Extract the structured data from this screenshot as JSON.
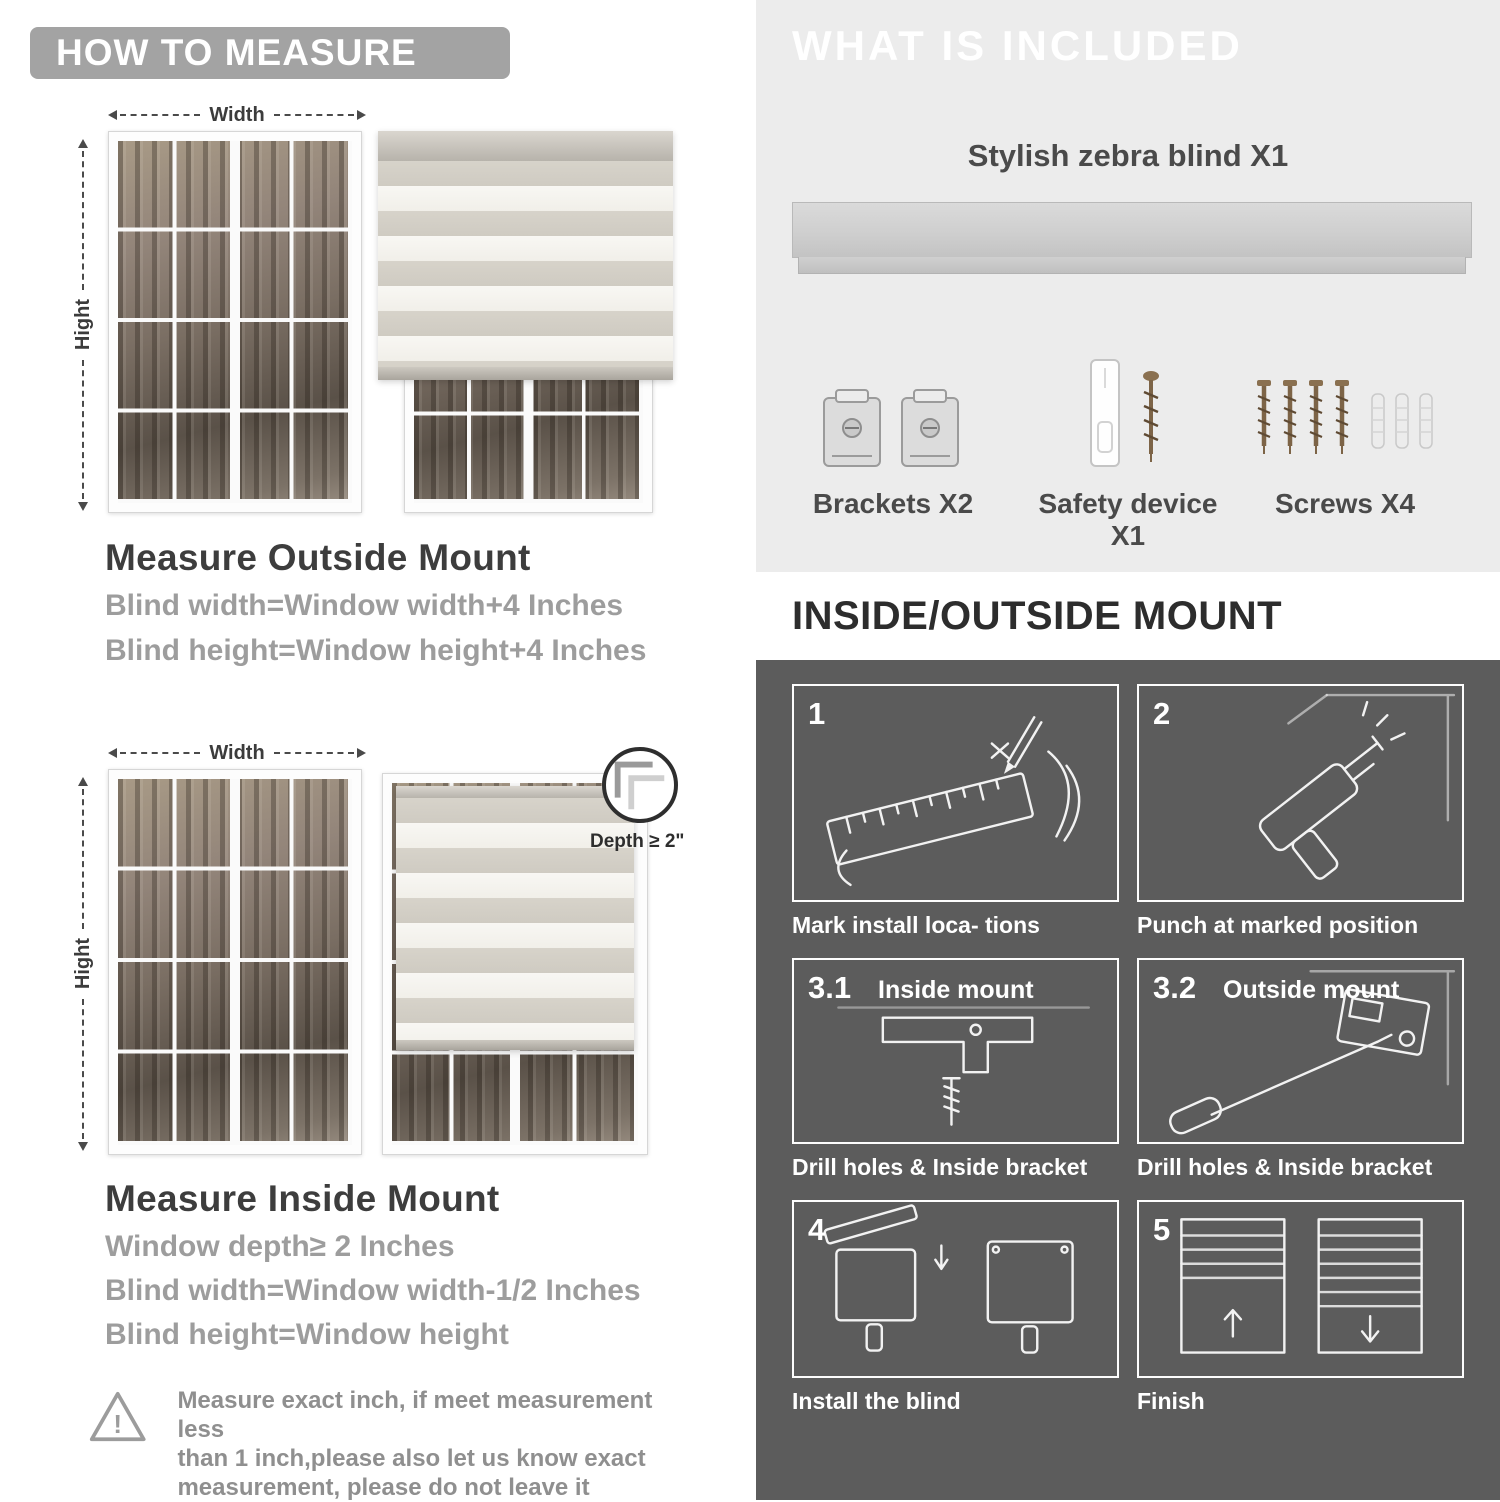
{
  "left": {
    "banner": "HOW TO MEASURE",
    "fig_outside": {
      "width_label": "Width",
      "height_label": "Hight"
    },
    "outside": {
      "heading": "Measure Outside Mount",
      "line1": "Blind width=Window width+4 Inches",
      "line2": "Blind height=Window height+4 Inches"
    },
    "fig_inside": {
      "width_label": "Width",
      "height_label": "Hight",
      "depth_label": "Depth ≥ 2\""
    },
    "inside": {
      "heading": "Measure Inside Mount",
      "line1": "Window depth≥ 2 Inches",
      "line2": "Blind width=Window width-1/2 Inches",
      "line3": "Blind height=Window height"
    },
    "note": {
      "icon": "!",
      "line1": "Measure exact inch, if meet measurement less",
      "line2": "than 1 inch,please also let us know exact",
      "line3": "measurement, please do not leave it"
    }
  },
  "right": {
    "included": {
      "title": "WHAT IS INCLUDED",
      "blind_label": "Stylish zebra blind X1",
      "items": [
        {
          "label": "Brackets X2"
        },
        {
          "label": "Safety device X1"
        },
        {
          "label": "Screws X4"
        }
      ]
    },
    "mount": {
      "title": "INSIDE/OUTSIDE MOUNT",
      "steps": [
        {
          "num": "1",
          "caption": "Mark install loca- tions"
        },
        {
          "num": "2",
          "caption": "Punch at  marked position"
        },
        {
          "num": "3.1",
          "label": "Inside mount",
          "caption": "Drill holes &  Inside bracket"
        },
        {
          "num": "3.2",
          "label": "Outside mount",
          "caption": "Drill holes &  Inside bracket"
        },
        {
          "num": "4",
          "caption": "Install the blind"
        },
        {
          "num": "5",
          "caption": "Finish"
        }
      ]
    }
  },
  "colors": {
    "banner_gray": "#a3a3a3",
    "panel_light": "#ececec",
    "panel_dark": "#5c5c5c",
    "text_dark": "#3d3d3d",
    "text_gray": "#9d9d9d"
  }
}
